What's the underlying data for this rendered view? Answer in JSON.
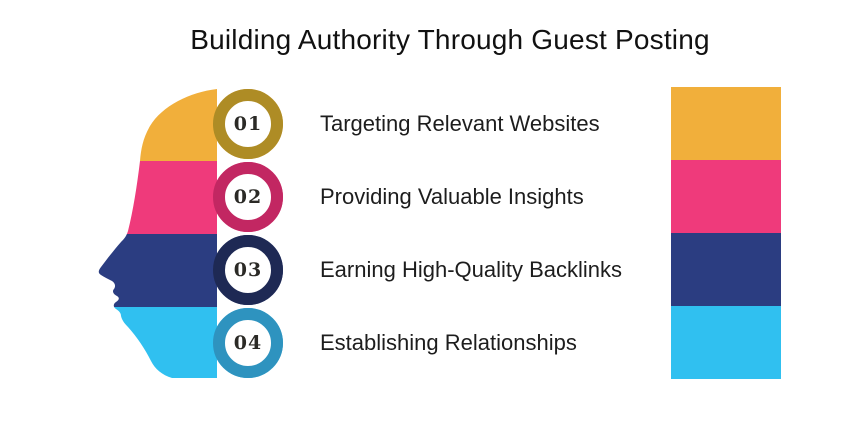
{
  "title": "Building Authority Through Guest Posting",
  "items": [
    {
      "number": "01",
      "label": "Targeting Relevant Websites"
    },
    {
      "number": "02",
      "label": "Providing Valuable Insights"
    },
    {
      "number": "03",
      "label": "Earning High-Quality Backlinks"
    },
    {
      "number": "04",
      "label": "Establishing Relationships"
    }
  ],
  "palette": {
    "background": "#FFFFFF",
    "bands": [
      "#F1AF3B",
      "#EF3A7B",
      "#2B3D81",
      "#30C0F0"
    ],
    "rings": [
      "#AE8C25",
      "#C22762",
      "#1E2954",
      "#2E93BF"
    ],
    "circle_inner": "#FFFFFF",
    "title_text": "#111111",
    "label_text": "#1D1D1D",
    "number_text": "#2B2A26"
  },
  "legend_bar": {
    "segments": [
      "#F1AF3B",
      "#EF3A7B",
      "#2B3D81",
      "#30C0F0"
    ]
  }
}
